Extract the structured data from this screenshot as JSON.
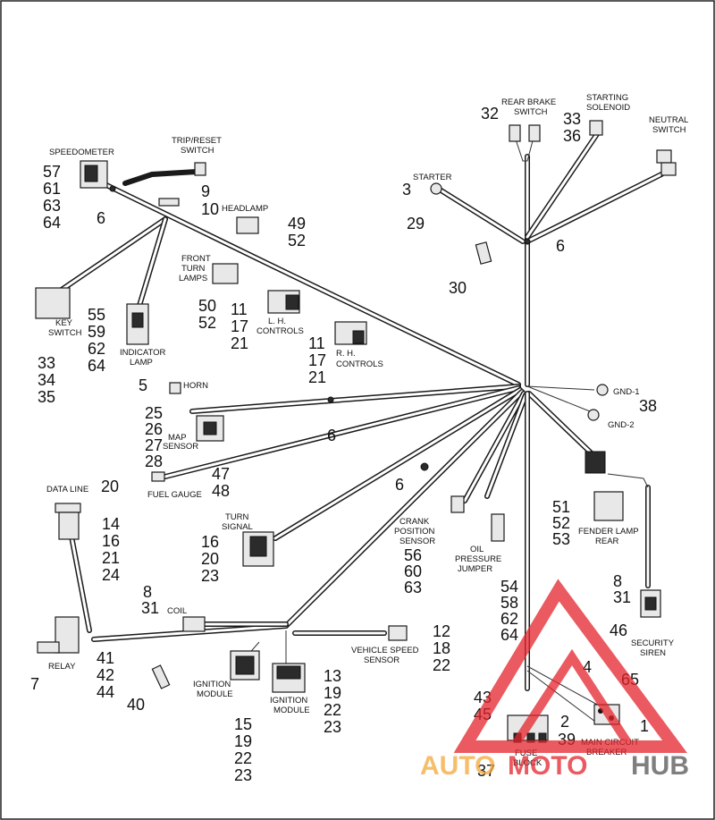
{
  "labels": {
    "speedometer": "SPEEDOMETER",
    "trip_reset_1": "TRIP/RESET",
    "trip_reset_2": "SWITCH",
    "headlamp": "HEADLAMP",
    "front_1": "FRONT",
    "front_2": "TURN",
    "front_3": "LAMPS",
    "lh_1": "L. H.",
    "lh_2": "CONTROLS",
    "rh_1": "R. H.",
    "rh_2": "CONTROLS",
    "key_1": "KEY",
    "key_2": "SWITCH",
    "ind_1": "INDICATOR",
    "ind_2": "LAMP",
    "rear_brake_1": "REAR BRAKE",
    "rear_brake_2": "SWITCH",
    "starting_1": "STARTING",
    "starting_2": "SOLENOID",
    "neutral_1": "NEUTRAL",
    "neutral_2": "SWITCH",
    "starter": "STARTER",
    "horn": "HORN",
    "map_1": "MAP",
    "map_2": "SENSOR",
    "fuel_gauge": "FUEL GAUGE",
    "gnd1": "GND-1",
    "gnd2": "GND-2",
    "data_line": "DATA LINE",
    "turn_1": "TURN",
    "turn_2": "SIGNAL",
    "crank_1": "CRANK",
    "crank_2": "POSITION",
    "crank_3": "SENSOR",
    "oil_1": "OIL",
    "oil_2": "PRESSURE",
    "oil_3": "JUMPER",
    "fender_1": "FENDER LAMP",
    "fender_2": "REAR",
    "coil": "COIL",
    "relay": "RELAY",
    "vss_1": "VEHICLE SPEED",
    "vss_2": "SENSOR",
    "ign1_1": "IGNITION",
    "ign1_2": "MODULE",
    "ign2_1": "IGNITION",
    "ign2_2": "MODULE",
    "security_1": "SECURITY",
    "security_2": "SIREN",
    "fuse_1": "FUSE",
    "fuse_2": "BLOCK",
    "mcb_1": "MAIN CIRCUIT",
    "mcb_2": "BREAKER"
  },
  "callouts": {
    "speedometer": [
      "57",
      "61",
      "63",
      "64"
    ],
    "speedo_6": "6",
    "trip_reset": [
      "9",
      "10"
    ],
    "headlamp": [
      "49",
      "52"
    ],
    "front_turn": [
      "50",
      "52"
    ],
    "lh_controls": [
      "11",
      "17",
      "21"
    ],
    "rh_controls": [
      "11",
      "17",
      "21"
    ],
    "key_switch": [
      "33",
      "34",
      "35"
    ],
    "indicator": [
      "55",
      "59",
      "62",
      "64"
    ],
    "rear_brake": "32",
    "starting_solenoid": [
      "33",
      "36"
    ],
    "starter": "3",
    "starter_29": "29",
    "center_6": "6",
    "item_30": "30",
    "horn": "5",
    "map_sensor": [
      "25",
      "26",
      "27",
      "28"
    ],
    "mid_6": "6",
    "fuel_gauge": [
      "47",
      "48"
    ],
    "gnd": "38",
    "data_line": "20",
    "data_conn": [
      "14",
      "16",
      "21",
      "24"
    ],
    "lower_6": "6",
    "turn_signal": [
      "16",
      "20",
      "23"
    ],
    "crank": [
      "56",
      "60",
      "63"
    ],
    "oil": [
      "54",
      "58",
      "62",
      "64"
    ],
    "fender": [
      "51",
      "52",
      "53"
    ],
    "coil": [
      "8",
      "31"
    ],
    "relay_7": "7",
    "relay": [
      "41",
      "42",
      "44"
    ],
    "vss": [
      "12",
      "18",
      "22"
    ],
    "ign1": [
      "15",
      "19",
      "22",
      "23"
    ],
    "ign2": [
      "13",
      "19",
      "22",
      "23"
    ],
    "item_40": "40",
    "security": [
      "8",
      "31"
    ],
    "security_46": "46",
    "item_4": "4",
    "item_65": "65",
    "fuse": [
      "43",
      "45"
    ],
    "fuse_37": "37",
    "item_2": "2",
    "item_39": "39",
    "item_1": "1"
  },
  "watermark": {
    "auto": "AUTO",
    "moto": "MOTO",
    "hub": "HUB",
    "color_red": "#e4242b",
    "color_orange": "#f4a83a",
    "color_gray": "#555555"
  }
}
